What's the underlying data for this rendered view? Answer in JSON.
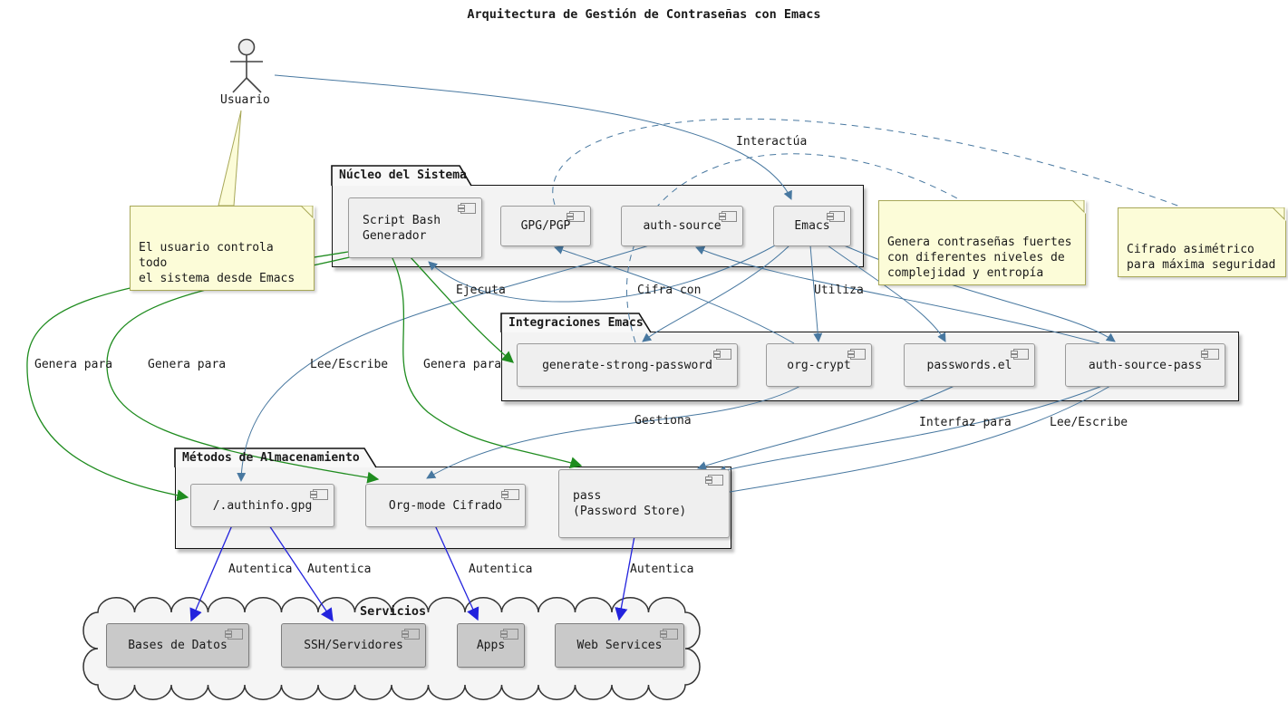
{
  "title": "Arquitectura de Gestión de Contraseñas con Emacs",
  "actor": {
    "label": "Usuario"
  },
  "cloud": {
    "label": "Servicios"
  },
  "packages": {
    "nucleo": {
      "label": "Núcleo del Sistema"
    },
    "integraciones": {
      "label": "Integraciones Emacs"
    },
    "metodos": {
      "label": "Métodos de Almacenamiento"
    }
  },
  "components": {
    "script_bash": {
      "label": "Script Bash\nGenerador"
    },
    "gpg": {
      "label": "GPG/PGP"
    },
    "auth_source": {
      "label": "auth-source"
    },
    "emacs": {
      "label": "Emacs"
    },
    "gsp": {
      "label": "generate-strong-password"
    },
    "org_crypt": {
      "label": "org-crypt"
    },
    "passwords_el": {
      "label": "passwords.el"
    },
    "asp": {
      "label": "auth-source-pass"
    },
    "authinfo": {
      "label": "/.authinfo.gpg"
    },
    "orgmode": {
      "label": "Org-mode Cifrado"
    },
    "pass": {
      "label": "pass\n(Password Store)"
    },
    "bases": {
      "label": "Bases de Datos"
    },
    "ssh": {
      "label": "SSH/Servidores"
    },
    "apps": {
      "label": "Apps"
    },
    "web": {
      "label": "Web Services"
    }
  },
  "notes": {
    "usuario": {
      "text": "El usuario controla todo\nel sistema desde Emacs"
    },
    "fuertes": {
      "text": "Genera contraseñas fuertes\ncon diferentes niveles de\ncomplejidad y entropía"
    },
    "cifrado": {
      "text": "Cifrado asimétrico\npara máxima seguridad"
    }
  },
  "edges": [
    {
      "from": "Usuario",
      "to": "Emacs",
      "label": "Interactúa",
      "color": "steelblue",
      "style": "solid"
    },
    {
      "from": "Emacs",
      "to": "Script Bash Generador",
      "label": "Ejecuta",
      "color": "steelblue",
      "style": "solid"
    },
    {
      "from": "org-crypt",
      "to": "GPG/PGP",
      "label": "Cifra con",
      "color": "steelblue",
      "style": "solid"
    },
    {
      "from": "Emacs",
      "to": "org-crypt",
      "label": "Utiliza",
      "color": "steelblue",
      "style": "solid"
    },
    {
      "from": "Emacs",
      "to": "generate-strong-password",
      "label": "",
      "color": "steelblue",
      "style": "solid"
    },
    {
      "from": "Emacs",
      "to": "passwords.el",
      "label": "",
      "color": "steelblue",
      "style": "solid"
    },
    {
      "from": "Emacs",
      "to": "auth-source-pass",
      "label": "",
      "color": "steelblue",
      "style": "solid"
    },
    {
      "from": "auth-source-pass",
      "to": "auth-source",
      "label": "",
      "color": "steelblue",
      "style": "solid"
    },
    {
      "from": "auth-source",
      "to": "/.authinfo.gpg",
      "label": "Lee/Escribe",
      "color": "steelblue",
      "style": "solid"
    },
    {
      "from": "org-crypt",
      "to": "Org-mode Cifrado",
      "label": "Gestiona",
      "color": "steelblue",
      "style": "solid"
    },
    {
      "from": "passwords.el",
      "to": "pass (Password Store)",
      "label": "Interfaz para",
      "color": "steelblue",
      "style": "solid"
    },
    {
      "from": "auth-source-pass",
      "to": "pass (Password Store)",
      "label": "Lee/Escribe",
      "color": "steelblue",
      "style": "solid"
    },
    {
      "from": "Script Bash Generador",
      "to": "/.authinfo.gpg",
      "label": "Genera para",
      "color": "green",
      "style": "solid"
    },
    {
      "from": "Script Bash Generador",
      "to": "Org-mode Cifrado",
      "label": "Genera para",
      "color": "green",
      "style": "solid"
    },
    {
      "from": "Script Bash Generador",
      "to": "pass (Password Store)",
      "label": "Genera para",
      "color": "green",
      "style": "solid"
    },
    {
      "from": "Script Bash Generador",
      "to": "generate-strong-password",
      "label": "",
      "color": "green",
      "style": "solid"
    },
    {
      "from": "/.authinfo.gpg",
      "to": "Bases de Datos",
      "label": "Autentica",
      "color": "blue",
      "style": "solid"
    },
    {
      "from": "/.authinfo.gpg",
      "to": "SSH/Servidores",
      "label": "Autentica",
      "color": "blue",
      "style": "solid"
    },
    {
      "from": "Org-mode Cifrado",
      "to": "Apps",
      "label": "Autentica",
      "color": "blue",
      "style": "solid"
    },
    {
      "from": "pass (Password Store)",
      "to": "Web Services",
      "label": "Autentica",
      "color": "blue",
      "style": "solid"
    }
  ],
  "colors": {
    "arrow_steelblue": "#4878a0",
    "arrow_green": "#1f8c1f",
    "arrow_blue": "#2323dd",
    "note_bg": "#fcfcd8",
    "note_border": "#a8a858",
    "package_bg": "#f3f3f3",
    "component_bg": "#efefef",
    "service_bg": "#c9c9c9"
  }
}
